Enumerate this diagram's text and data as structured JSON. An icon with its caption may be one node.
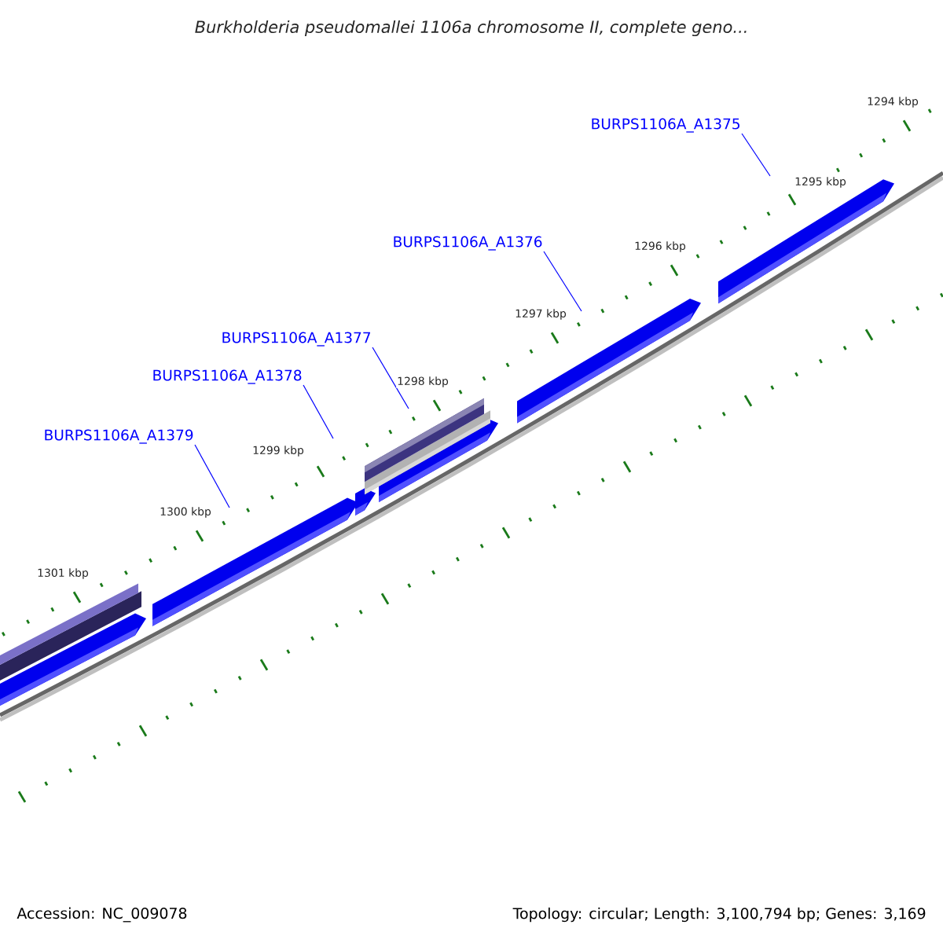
{
  "diagram": {
    "title": "*Burkholderia pseudomallei* 1106a chromosome II, complete geno...",
    "nodes": [
      {
        "text": [
          "BURPS1106A_A1375"
        ]
      },
      {
        "text": [
          "BURPS1106A_A1376"
        ]
      },
      {
        "text": [
          "BURPS1106A_A1377"
        ]
      },
      {
        "text": [
          "BURPS1106A_A1378"
        ]
      },
      {
        "text": [
          "BURPS1106A_A1379"
        ]
      }
    ],
    "edges": [
      {
        "from": 0,
        "to": null,
        "arrow": "none"
      },
      {
        "from": 1,
        "to": null,
        "arrow": "none"
      },
      {
        "from": 2,
        "to": null,
        "arrow": "none"
      },
      {
        "from": 3,
        "to": null,
        "arrow": "none"
      },
      {
        "from": 4,
        "to": null,
        "arrow": "none"
      }
    ],
    "labels": [
      "1294 kbp",
      "1295 kbp",
      "1296 kbp",
      "1297 kbp",
      "1298 kbp",
      "1299 kbp",
      "1300 kbp",
      "1301 kbp",
      "Accession: NC_009078",
      "Topology: circular; Length: 3,100,794 bp; Genes: 3,169"
    ]
  }
}
